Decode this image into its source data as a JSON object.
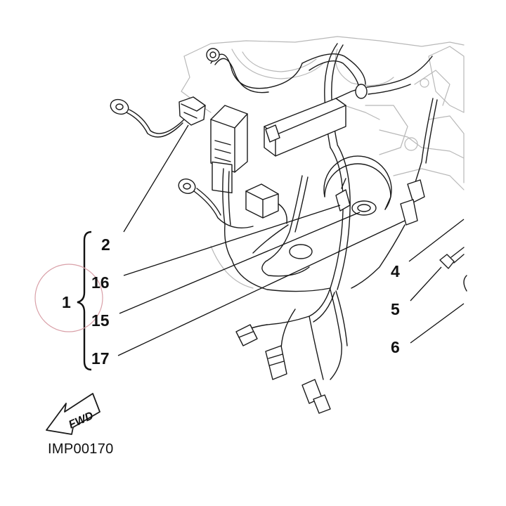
{
  "callouts": {
    "group": "1",
    "c2": "2",
    "c16": "16",
    "c15": "15",
    "c17": "17",
    "c4": "4",
    "c5": "5",
    "c6": "6"
  },
  "fwd_label": "FWD",
  "reference_code": "IMP00170",
  "colors": {
    "line": "#1a1a1a",
    "background_ghost": "#b8b8b8",
    "annotation_circle": "#d9a0a8"
  }
}
